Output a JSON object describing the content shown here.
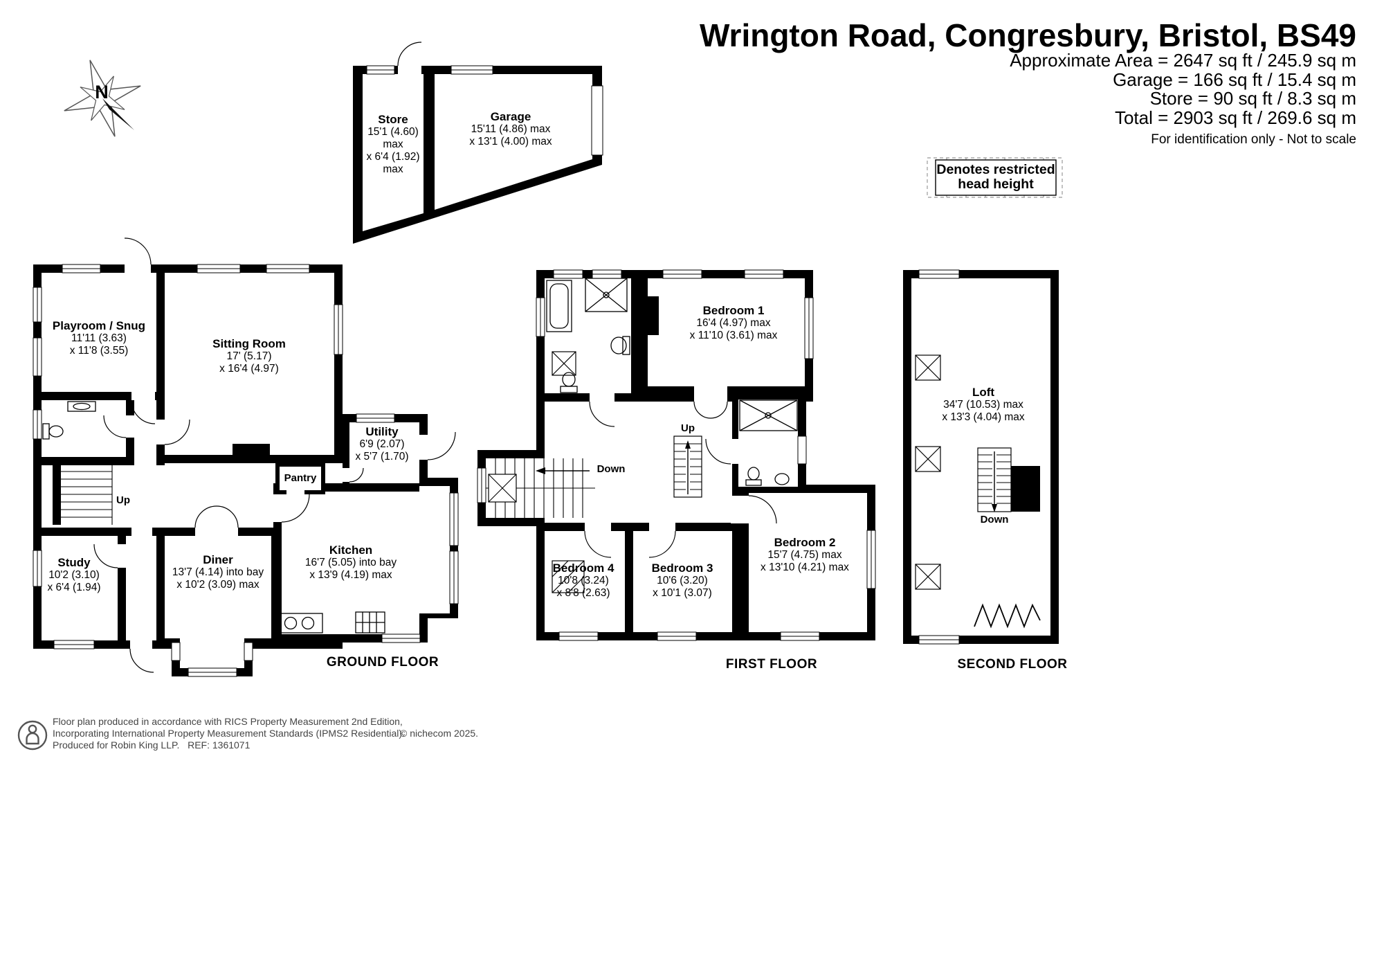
{
  "header": {
    "title": "Wrington Road, Congresbury, Bristol, BS49",
    "area_lines": [
      "Approximate Area = 2647 sq ft / 245.9 sq m",
      "Garage = 166 sq ft / 15.4 sq m",
      "Store = 90 sq ft / 8.3 sq m",
      "Total = 2903 sq ft / 269.6 sq m"
    ],
    "disclaimer": "For identification only - Not to scale",
    "legend_line1": "Denotes restricted",
    "legend_line2": "head height"
  },
  "compass": {
    "north": "N"
  },
  "outbuilding": {
    "store": {
      "name": "Store",
      "dims": [
        "15'1 (4.60)",
        "max",
        "x 6'4 (1.92)",
        "max"
      ]
    },
    "garage": {
      "name": "Garage",
      "dims": [
        "15'11 (4.86) max",
        "x 13'1 (4.00) max"
      ]
    }
  },
  "ground_floor": {
    "label": "GROUND FLOOR",
    "up": "Up",
    "rooms": {
      "playroom": {
        "name": "Playroom / Snug",
        "dims": [
          "11'11 (3.63)",
          "x 11'8 (3.55)"
        ]
      },
      "sitting": {
        "name": "Sitting Room",
        "dims": [
          "17' (5.17)",
          "x 16'4 (4.97)"
        ]
      },
      "utility": {
        "name": "Utility",
        "dims": [
          "6'9 (2.07)",
          "x 5'7 (1.70)"
        ]
      },
      "pantry": {
        "name": "Pantry"
      },
      "kitchen": {
        "name": "Kitchen",
        "dims": [
          "16'7 (5.05) into bay",
          "x 13'9 (4.19) max"
        ]
      },
      "diner": {
        "name": "Diner",
        "dims": [
          "13'7 (4.14) into bay",
          "x 10'2 (3.09) max"
        ]
      },
      "study": {
        "name": "Study",
        "dims": [
          "10'2 (3.10)",
          "x 6'4 (1.94)"
        ]
      }
    }
  },
  "first_floor": {
    "label": "FIRST FLOOR",
    "up": "Up",
    "down": "Down",
    "rooms": {
      "bedroom1": {
        "name": "Bedroom 1",
        "dims": [
          "16'4 (4.97) max",
          "x 11'10 (3.61) max"
        ]
      },
      "bedroom2": {
        "name": "Bedroom 2",
        "dims": [
          "15'7 (4.75) max",
          "x 13'10 (4.21) max"
        ]
      },
      "bedroom3": {
        "name": "Bedroom 3",
        "dims": [
          "10'6 (3.20)",
          "x 10'1 (3.07)"
        ]
      },
      "bedroom4": {
        "name": "Bedroom 4",
        "dims": [
          "10'8 (3.24)",
          "x 8'8 (2.63)"
        ]
      }
    }
  },
  "second_floor": {
    "label": "SECOND FLOOR",
    "down": "Down",
    "rooms": {
      "loft": {
        "name": "Loft",
        "dims": [
          "34'7 (10.53) max",
          "x 13'3 (4.04) max"
        ]
      }
    }
  },
  "footer": {
    "lines": [
      "Floor plan produced in accordance with RICS Property Measurement 2nd Edition,",
      "Incorporating International Property Measurement Standards (IPMS2 Residential).",
      "Produced for Robin King LLP.   REF: 1361071"
    ],
    "copyright": "© nichecom 2025."
  },
  "colors": {
    "wall": "#000000",
    "footer_text": "#444444"
  }
}
